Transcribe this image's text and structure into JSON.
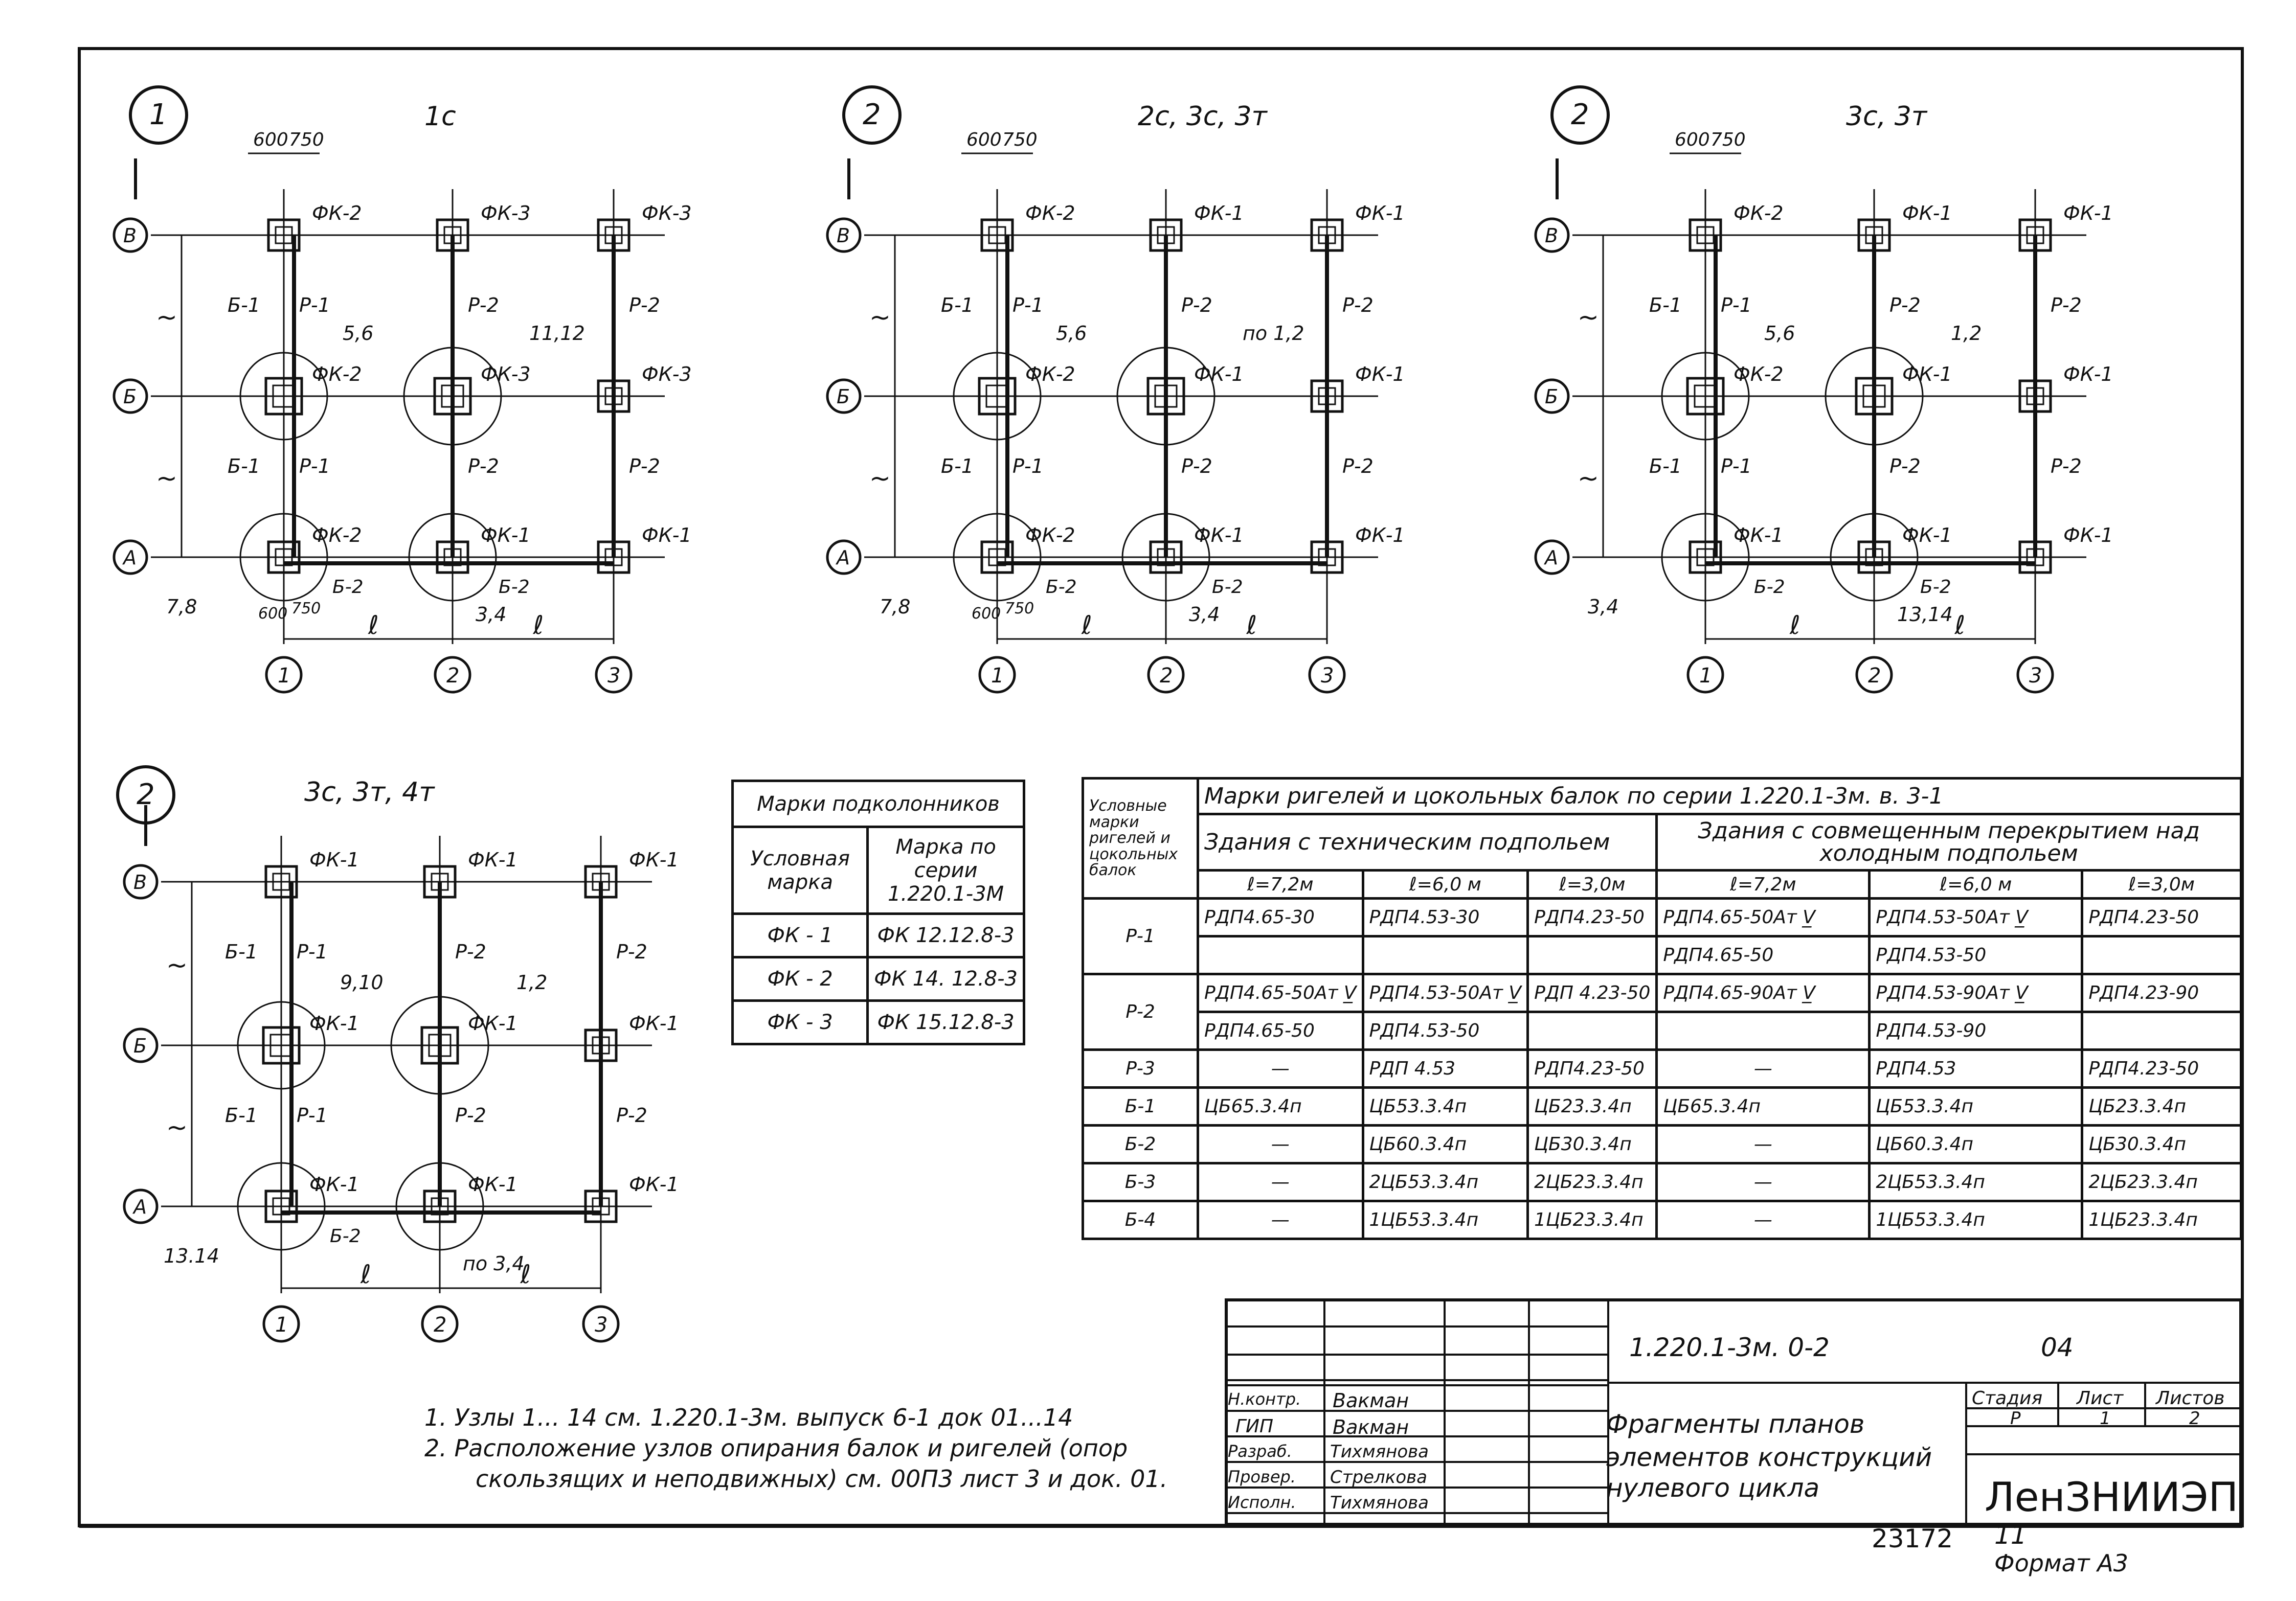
{
  "drawing": {
    "frag1": {
      "num": "1",
      "label": "1с",
      "dims": [
        "600",
        "750"
      ],
      "marks": [
        "ФК-2",
        "ФК-3",
        "ФК-3",
        "ФК-2",
        "ФК-3",
        "ФК-3",
        "ФК-2",
        "ФК-1",
        "ФК-1"
      ],
      "beams": [
        "Б-1",
        "Б-1",
        "Б-2",
        "Б-2"
      ],
      "rigels": [
        "Р-1",
        "Р-2",
        "Р-2",
        "Р-1",
        "Р-2",
        "Р-2"
      ],
      "nodes": [
        "5,6",
        "11,12",
        "7,8",
        "3,4"
      ],
      "bottom_dims": [
        "600",
        "750"
      ]
    },
    "frag2": {
      "num": "2",
      "label": "2с,   3с,  3т",
      "dims": [
        "600",
        "750"
      ],
      "marks": [
        "ФК-2",
        "ФК-1",
        "ФК-1",
        "ФК-2",
        "ФК-1",
        "ФК-1",
        "ФК-2",
        "ФК-1",
        "ФК-1"
      ],
      "beams": [
        "Б-1",
        "Б-1",
        "Б-2",
        "Б-2"
      ],
      "rigels": [
        "Р-1",
        "Р-2",
        "Р-2",
        "Р-1",
        "Р-2",
        "Р-2"
      ],
      "nodes": [
        "5,6",
        "по 1,2",
        "7,8",
        "3,4"
      ],
      "bottom_dims": [
        "600",
        "750"
      ]
    },
    "frag3": {
      "num": "2",
      "label": "3с,   3т",
      "dims": [
        "600",
        "750"
      ],
      "marks": [
        "ФК-2",
        "ФК-1",
        "ФК-1",
        "ФК-2",
        "ФК-1",
        "ФК-1",
        "ФК-1",
        "ФК-1",
        "ФК-1"
      ],
      "beams": [
        "Б-1",
        "Б-1",
        "Б-2",
        "Б-2"
      ],
      "rigels": [
        "Р-1",
        "Р-2",
        "Р-2",
        "Р-1",
        "Р-2",
        "Р-2"
      ],
      "nodes": [
        "5,6",
        "1,2",
        "3,4",
        "13,14"
      ]
    },
    "frag4": {
      "num": "2",
      "label": "3с,   3т,   4т",
      "marks": [
        "ФК-1",
        "ФК-1",
        "ФК-1",
        "ФК-1",
        "ФК-1",
        "ФК-1",
        "ФК-1",
        "ФК-1",
        "ФК-1"
      ],
      "beams": [
        "Б-1",
        "Б-1",
        "Б-2"
      ],
      "rigels": [
        "Р-1",
        "Р-2",
        "Р-2",
        "Р-1",
        "Р-2",
        "Р-2"
      ],
      "nodes": [
        "9,10",
        "1,2",
        "13.14",
        "по 3,4"
      ]
    },
    "axes_rows": [
      "В",
      "Б",
      "А"
    ],
    "axes_cols": [
      "1",
      "2",
      "3"
    ],
    "span_symbol": "ℓ",
    "tilde": "~"
  },
  "table_podkol": {
    "title": "Марки подколонников",
    "head1": "Условная марка",
    "head2": "Марка по серии 1.220.1-3М",
    "rows": [
      [
        "ФК - 1",
        "ФК 12.12.8-3"
      ],
      [
        "ФК - 2",
        "ФК 14. 12.8-3"
      ],
      [
        "ФК - 3",
        "ФК 15.12.8-3"
      ]
    ]
  },
  "table_rigel": {
    "corner": "Условные марки ригелей и цокольных балок",
    "title": "Марки ригелей  и  цокольных  балок по  серии  1.220.1-3м. в. 3-1",
    "group1": "Здания с техническим подпольем",
    "group2": "Здания с совмещенным  перекрытием над холодным подпольем",
    "spans": [
      "ℓ=7,2м",
      "ℓ=6,0 м",
      "ℓ=3,0м",
      "ℓ=7,2м",
      "ℓ=6,0 м",
      "ℓ=3,0м"
    ],
    "rows": [
      {
        "mark": "Р-1",
        "lines": [
          [
            "РДП4.65-30",
            "РДП4.53-30",
            "РДП4.23-50",
            "РДП4.65-50Ат V̲",
            "РДП4.53-50Ат V̲",
            "РДП4.23-50"
          ],
          [
            "",
            "",
            "",
            "РДП4.65-50",
            "РДП4.53-50",
            ""
          ]
        ]
      },
      {
        "mark": "Р-2",
        "lines": [
          [
            "РДП4.65-50Ат V̲",
            "РДП4.53-50Ат V̲",
            "РДП 4.23-50",
            "РДП4.65-90Ат V̲",
            "РДП4.53-90Ат V̲",
            "РДП4.23-90"
          ],
          [
            "РДП4.65-50",
            "РДП4.53-50",
            "",
            "",
            "РДП4.53-90",
            ""
          ]
        ]
      },
      {
        "mark": "Р-3",
        "lines": [
          [
            "—",
            "РДП 4.53",
            "РДП4.23-50",
            "—",
            "РДП4.53",
            "РДП4.23-50"
          ]
        ]
      },
      {
        "mark": "Б-1",
        "lines": [
          [
            "ЦБ65.3.4п",
            "ЦБ53.3.4п",
            "ЦБ23.3.4п",
            "ЦБ65.3.4п",
            "ЦБ53.3.4п",
            "ЦБ23.3.4п"
          ]
        ]
      },
      {
        "mark": "Б-2",
        "lines": [
          [
            "—",
            "ЦБ60.3.4п",
            "ЦБ30.3.4п",
            "—",
            "ЦБ60.3.4п",
            "ЦБ30.3.4п"
          ]
        ]
      },
      {
        "mark": "Б-3",
        "lines": [
          [
            "—",
            "2ЦБ53.3.4п",
            "2ЦБ23.3.4п",
            "—",
            "2ЦБ53.3.4п",
            "2ЦБ23.3.4п"
          ]
        ]
      },
      {
        "mark": "Б-4",
        "lines": [
          [
            "—",
            "1ЦБ53.3.4п",
            "1ЦБ23.3.4п",
            "—",
            "1ЦБ53.3.4п",
            "1ЦБ23.3.4п"
          ]
        ]
      }
    ]
  },
  "notes": [
    "1. Узлы  1... 14  см.   1.220.1-3м.  выпуск  6-1  док 01...14",
    "2. Расположение  узлов  опирания  балок  и ригелей  (опор",
    "скользящих  и  неподвижных)  см.  00П3  лист 3  и док. 01."
  ],
  "stamp": {
    "code": "1.220.1-3м. 0-2",
    "sheet_no": "04",
    "roles": [
      "Н.контр.",
      "ГИП",
      "Разраб.",
      "Провер.",
      "Исполн."
    ],
    "names": [
      "Вакман",
      "Вакман",
      "Тихмянова",
      "Стрелкова",
      "Тихмянова"
    ],
    "title_lines": [
      "Фрагменты     планов",
      "элементов  конструкций",
      "нулевого      цикла"
    ],
    "stage_head": "Стадия",
    "sheet_head": "Лист",
    "sheets_head": "Листов",
    "stage": "Р",
    "sheet": "1",
    "sheets": "2",
    "org": "ЛенЗНИИЭП"
  },
  "footer": {
    "inv": "23172",
    "extra": "11",
    "format": "Формат А3"
  }
}
